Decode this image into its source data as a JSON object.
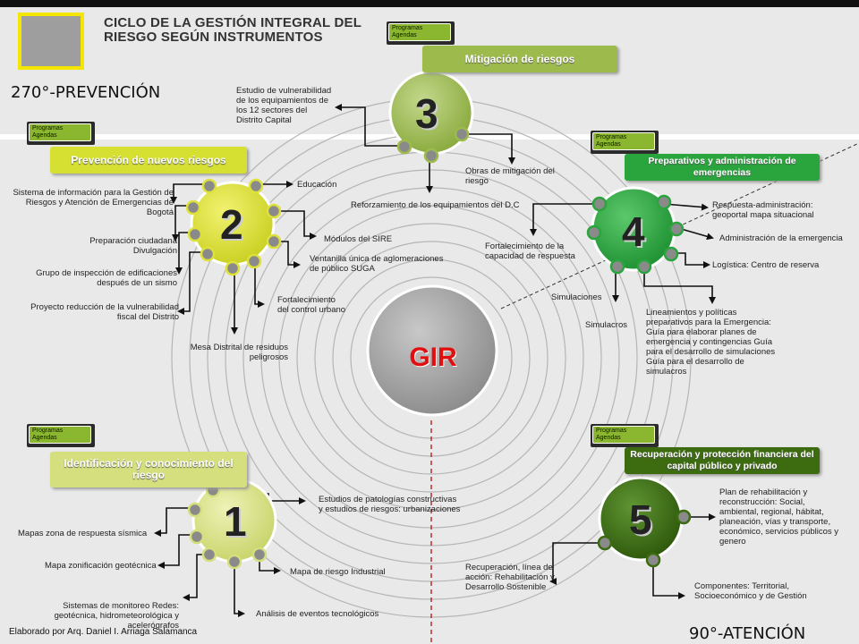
{
  "header": {
    "title": "CICLO DE LA GESTIÓN INTEGRAL DEL RIESGO SEGÚN INSTRUMENTOS",
    "prevencion": "270°-PREVENCIÓN",
    "atencion": "90°-ATENCIÓN",
    "credit": "Elaborado por Arq. Daniel I. Arriaga Salamanca"
  },
  "center": {
    "label": "GIR"
  },
  "tag_text": "Programas Agendas",
  "stages": {
    "s1": {
      "number": "1",
      "title": "Identificación y conocimiento del riesgo",
      "color": "#d5df7d"
    },
    "s2": {
      "number": "2",
      "title": "Prevención de nuevos riesgos",
      "color": "#dde13a"
    },
    "s3": {
      "number": "3",
      "title": "Mitigación de riesgos",
      "color": "#9dbb4c"
    },
    "s4": {
      "number": "4",
      "title": "Preparativos y administración de emergencias",
      "color": "#2aa53e"
    },
    "s5": {
      "number": "5",
      "title": "Recuperación y protección financiera del capital público y privado",
      "color": "#3c6b10"
    }
  },
  "labels": {
    "s3_estudio": "Estudio de vulnerabilidad de los equipamientos de los 12 sectores del Distrito Capital",
    "s3_obras": "Obras de mitigación del riesgo",
    "s3_reforz": "Reforzamiento de los equipamientos del D.C",
    "s2_sistema": "Sistema de información para la Gestión de Riesgos y Atención de Emergencias de Bogotá",
    "s2_preparacion": "Preparación ciudadana Divulgación",
    "s2_grupo": "Grupo de inspección de edificaciones después de un sismo",
    "s2_proyecto": "Proyecto reducción de la vulnerabilidad fiscal del Distrito",
    "s2_mesa": "Mesa Distrital de residuos peligrosos",
    "s2_fortal": "Fortalecimiento del control urbano",
    "s2_educacion": "Educación",
    "s2_modulos": "Módulos del SIRE",
    "s2_ventanilla": "Ventanilla única de aglomeraciones de público SUGA",
    "s4_respuesta": "Respuesta-administración: geoportal mapa situacional",
    "s4_admin": "Administración de la emergencia",
    "s4_logistica": "Logística: Centro de reserva",
    "s4_fortal": "Fortalecimiento de la capacidad de respuesta",
    "s4_simulaciones": "Simulaciones",
    "s4_simulacros": "Simulacros",
    "s4_lineamientos": "Lineamientos y políticas preparativos para la Emergencia: Guía para elaborar planes de emergencia y contingencias Guía para el desarrollo de simulaciones Guía para el desarrollo de simulacros",
    "s1_estudios": "Estudios de patologías constructivas y estudios de riesgos: urbanizaciones",
    "s1_mapas_zona": "Mapas zona de respuesta sísmica",
    "s1_mapa_zonif": "Mapa zonificación geotécnica",
    "s1_monitoreo": "Sistemas de monitoreo Redes: geotécnica, hidrometeorológica y acelerógrafos",
    "s1_mapa_ind": "Mapa de riesgo Industrial",
    "s1_analisis": "Análisis de eventos tecnológicos",
    "s5_plan": "Plan de rehabilitación y reconstrucción: Social, ambiental, regional, hábitat, planeación, vías y transporte, económico, servicios públicos y genero",
    "s5_componentes": "Componentes: Territorial, Socioeconómico y de Gestión",
    "s5_recuperacion": "Recuperación, línea de acción: Rehabilitación y Desarrollo Sostenible"
  }
}
